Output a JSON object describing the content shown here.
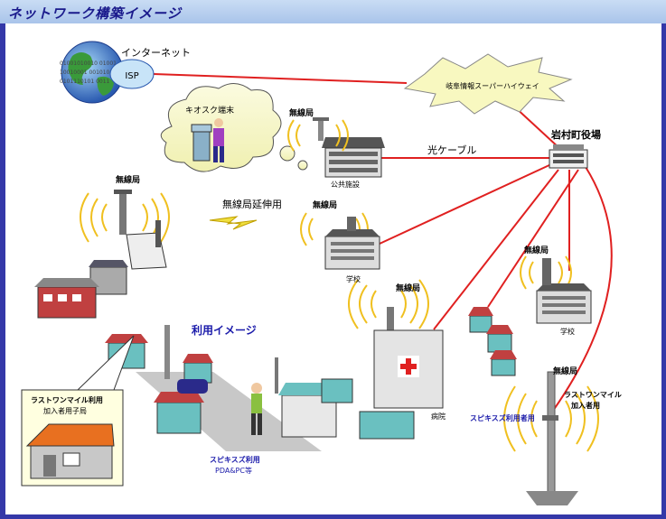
{
  "title": "ネットワーク構築イメージ",
  "labels": {
    "internet": "インターネット",
    "isp": "ISP",
    "highway": "岐阜情報スーパーハイウェイ",
    "kiosk": "キオスク端末",
    "wireless_top": "無線局",
    "public_facility": "公共施設",
    "fiber": "光ケーブル",
    "town_hall": "岩村町役場",
    "wireless_left": "無線局",
    "wireless_ext": "無線局延伸用",
    "wireless_school": "無線局",
    "school_center": "学校",
    "wireless_right": "無線局",
    "school_right": "学校",
    "wireless_hospital": "無線局",
    "usage_image": "利用イメージ",
    "hospital": "病院",
    "lastmile_left_1": "ラストワンマイル利用",
    "lastmile_left_2": "加入者用子局",
    "hotspot": "スピキスズ利用",
    "pda": "PDA&PC等",
    "wireless_bottom": "無線局",
    "lastmile_right_1": "ラストワンマイル",
    "lastmile_right_2": "加入者用",
    "hotspot_right": "スピキスズ利用者用"
  },
  "colors": {
    "link": "#e02020",
    "wave": "#f0c020",
    "title": "#1a1a8c",
    "frame": "#3438a8"
  }
}
